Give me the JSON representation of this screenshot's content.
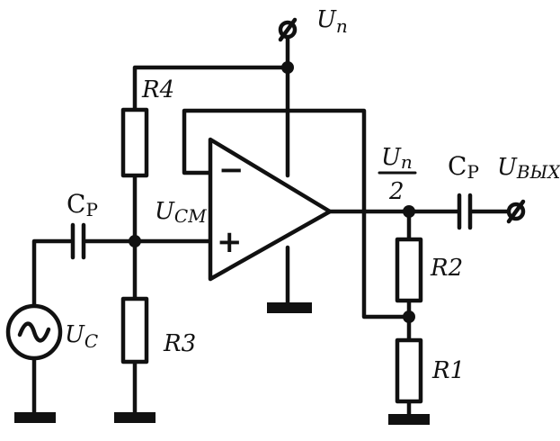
{
  "labels": {
    "supply": {
      "main": "U",
      "sub": "п"
    },
    "r4": "R4",
    "r3": "R3",
    "r2": "R2",
    "r1": "R1",
    "cp_in": {
      "main": "C",
      "sub": "P"
    },
    "cp_out": {
      "main": "C",
      "sub": "P"
    },
    "u_cm": {
      "main": "U",
      "sub": "CM"
    },
    "u_c": {
      "main": "U",
      "sub": "C"
    },
    "u_out": {
      "main": "U",
      "sub": "BЫX"
    },
    "half_supply": {
      "num_main": "U",
      "num_sub": "п",
      "den": "2"
    },
    "minus": "−",
    "plus": "+"
  }
}
